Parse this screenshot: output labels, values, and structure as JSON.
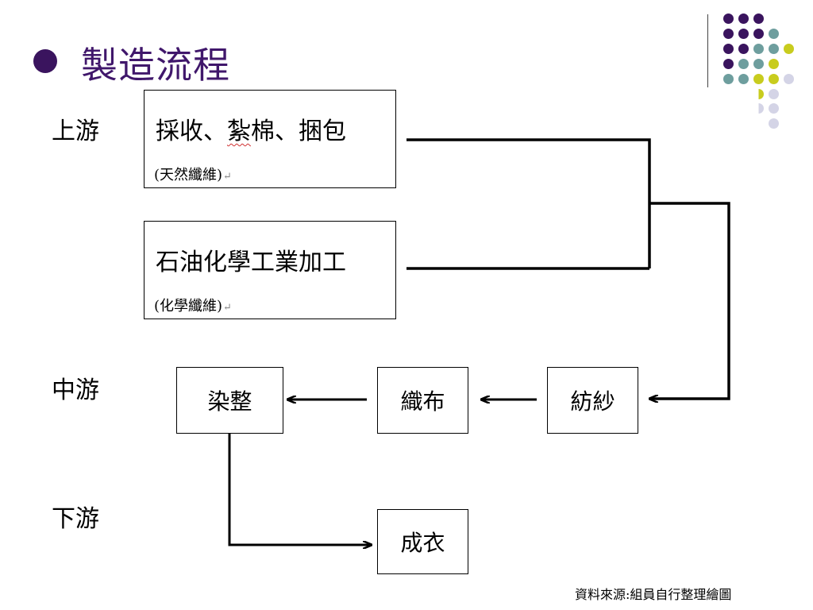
{
  "slide": {
    "title": "製造流程"
  },
  "stages": {
    "upstream": "上游",
    "midstream": "中游",
    "downstream": "下游"
  },
  "upstream_boxes": {
    "natural": {
      "main_part1": "採收、",
      "main_part2": "紮",
      "main_part3": "棉、捆包",
      "sub": "(天然纖維)",
      "return_mark": "↵"
    },
    "chemical": {
      "main": "石油化學工業加工",
      "sub": "(化學纖維)",
      "return_mark": "↵"
    }
  },
  "midstream_nodes": {
    "dyeing": "染整",
    "weaving": "織布",
    "spinning": "紡紗"
  },
  "downstream_nodes": {
    "garment": "成衣"
  },
  "footer": {
    "source": "資料來源:組員自行整理繪圖"
  },
  "colors": {
    "title": "#40176b",
    "purple": "#3a145e",
    "teal": "#6e9e9e",
    "lime": "#c8cc1e",
    "lavender": "#d4d4e6"
  }
}
